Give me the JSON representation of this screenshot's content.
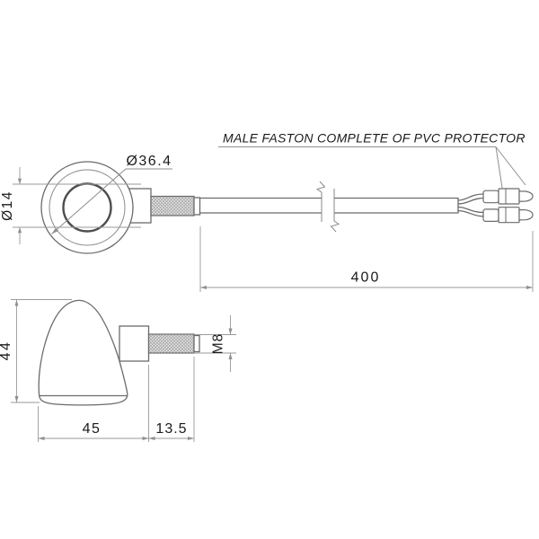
{
  "drawing": {
    "callout_label": "MALE FASTON COMPLETE OF PVC PROTECTOR",
    "front_view": {
      "lens_diameter_label": "Ø36.4",
      "hole_diameter_label": "Ø14"
    },
    "cable": {
      "length_label": "400"
    },
    "side_view": {
      "height_label": "44",
      "body_length_label": "45",
      "thread_length_label": "13.5",
      "thread_size_label": "M8"
    },
    "colors": {
      "background": "#ffffff",
      "outline": "#6b6b6b",
      "dimension_line": "#9a9a9a",
      "text": "#1a1a1a"
    }
  }
}
